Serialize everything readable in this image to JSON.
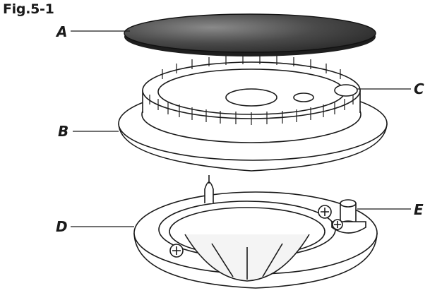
{
  "figure": {
    "title": "Fig.5-1",
    "labels": {
      "a": "A",
      "b": "B",
      "c": "C",
      "d": "D",
      "e": "E"
    }
  }
}
